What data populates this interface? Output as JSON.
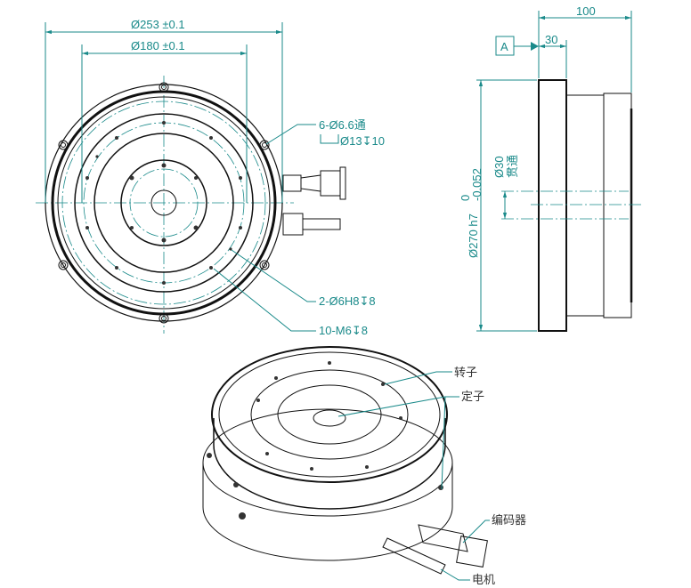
{
  "top_view": {
    "dia_253": "Ø253 ±0.1",
    "dia_180": "Ø180 ±0.1",
    "holes_6": "6-Ø6.6通",
    "counterbore": "Ø13↧10",
    "pins": "2-Ø6H8↧8",
    "threads": "10-M6↧8"
  },
  "side_view": {
    "dim_100": "100",
    "dim_30": "30",
    "datum": "A",
    "dia_270": "Ø270 h7",
    "tol_upper": "0",
    "tol_lower": "-0.052",
    "dia_30": "Ø30",
    "through": "贯通"
  },
  "iso_view": {
    "rotor": "转子",
    "stator": "定子",
    "encoder": "编码器",
    "motor": "电机"
  },
  "colors": {
    "dim": "#1a8a8a",
    "line": "#111111"
  }
}
